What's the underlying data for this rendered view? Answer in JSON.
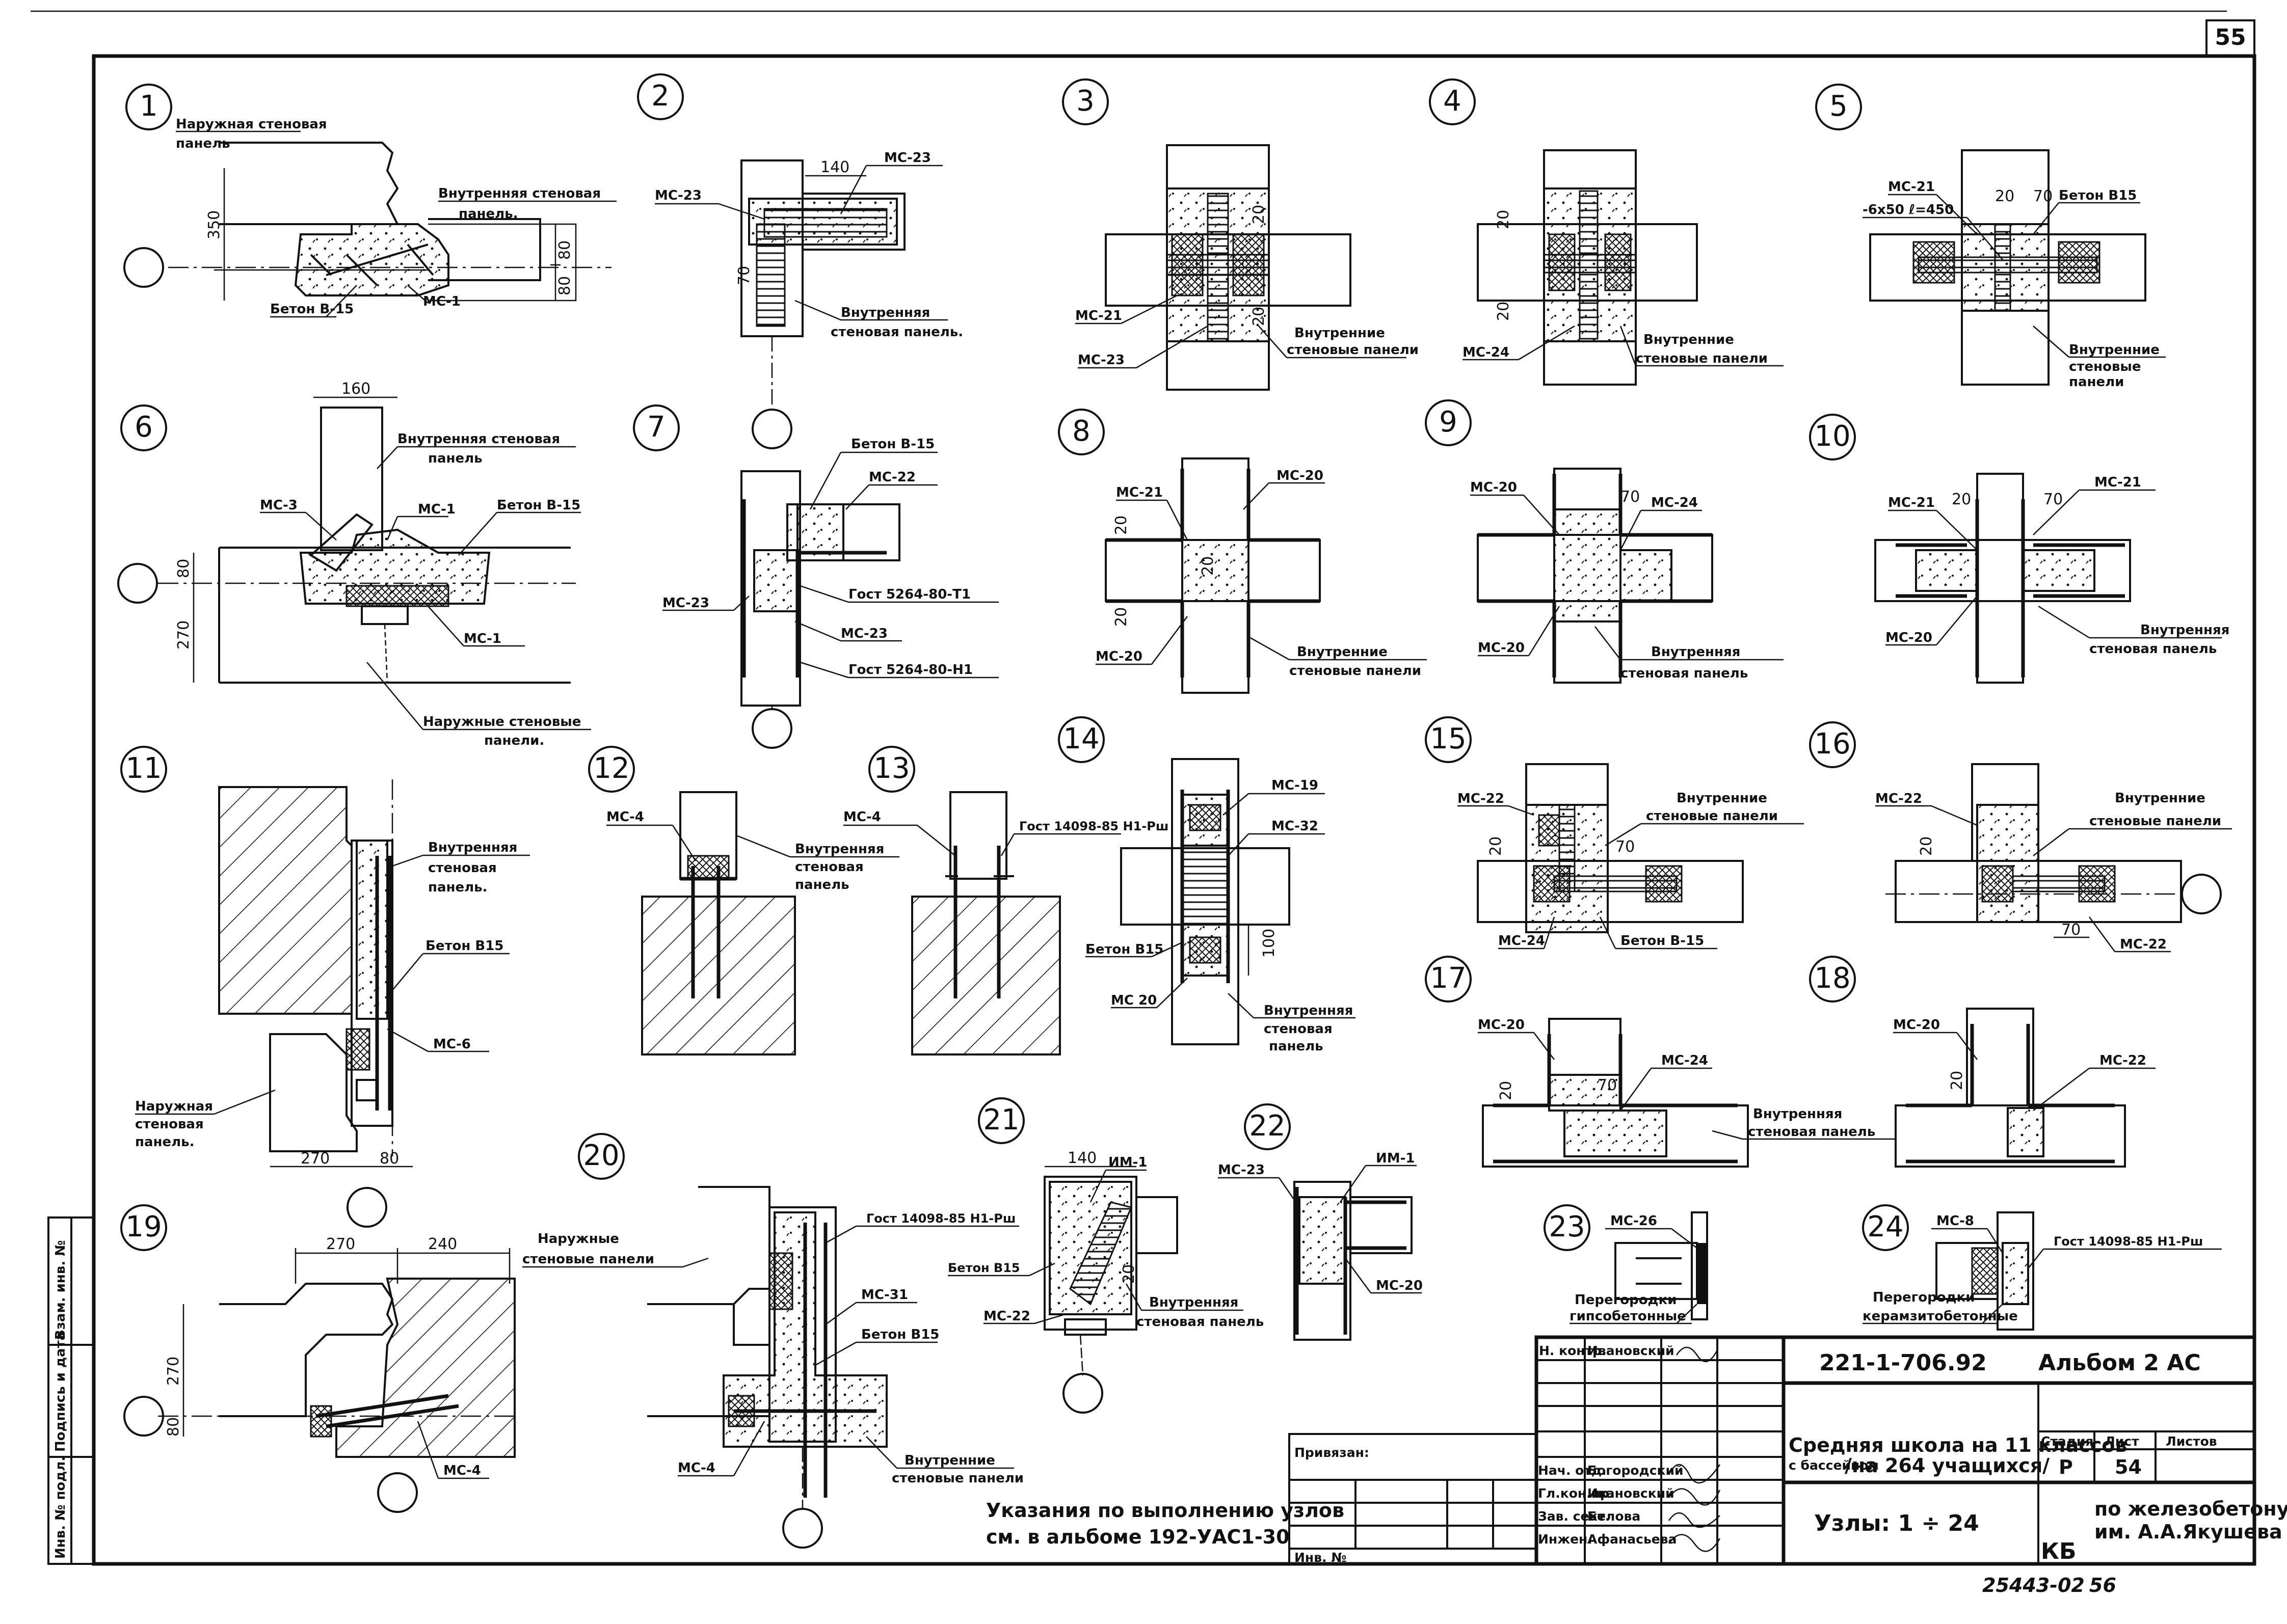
{
  "sheet": {
    "sheet_number": "55",
    "document_code": "221-1-706.92",
    "album": "Альбом 2 АС",
    "project_title_line1": "Средняя школа на 11 классов",
    "project_title_line2": "/на 264 учащихся/",
    "project_title_small": "с бассейном",
    "drawing_title": "Узлы: 1 ÷ 24",
    "organization_logo": "КБ",
    "organization_line1": "по железобетону",
    "organization_line2": "им. А.А.Якушева",
    "stage_header": "Стадия",
    "sheet_header": "Лист",
    "sheets_header": "Листов",
    "stage": "Р",
    "sheet_no": "54",
    "sheets_total": "",
    "bound_label": "Привязан:",
    "inv_label": "Инв. №",
    "archive_number": "25443-02",
    "archive_sheet": "56",
    "signatures": [
      {
        "role": "Н. контр.",
        "name": "Ивановский"
      },
      {
        "role": "Нач. отд.",
        "name": "Богородский"
      },
      {
        "role": "Гл.кон.пр.",
        "name": "Ивановский"
      },
      {
        "role": "Зав. сект.",
        "name": "Белова"
      },
      {
        "role": "Инжен.",
        "name": "Афанасьева"
      }
    ],
    "side_stamp": [
      "Инв. № подл.",
      "Подпись и дата",
      "Взам. инв. №"
    ],
    "note_line1": "Указания по выполнению узлов",
    "note_line2": "см. в альбоме 192-УАС1-30"
  },
  "nodes": {
    "n1": {
      "number": "1",
      "labels": [
        "Наружная стеновая",
        "панель",
        "Внутренняя стеновая",
        "панель.",
        "Бетон В-15",
        "МС-1"
      ],
      "dims": [
        "350",
        "80",
        "80"
      ]
    },
    "n2": {
      "number": "2",
      "labels": [
        "МС-23",
        "МС-23",
        "Внутренняя",
        "стеновая панель."
      ],
      "dims": [
        "140",
        "70"
      ]
    },
    "n3": {
      "number": "3",
      "labels": [
        "МС-21",
        "МС-23",
        "Внутренние",
        "стеновые панели"
      ],
      "dims": [
        "20",
        "20"
      ]
    },
    "n4": {
      "number": "4",
      "labels": [
        "МС-24",
        "Внутренние",
        "стеновые панели"
      ],
      "dims": [
        "20",
        "20"
      ]
    },
    "n5": {
      "number": "5",
      "labels": [
        "МС-21",
        "-6x50 ℓ=450",
        "Бетон В15",
        "Внутренние",
        "стеновые",
        "панели"
      ],
      "dims": [
        "20",
        "70"
      ]
    },
    "n6": {
      "number": "6",
      "labels": [
        "Внутренняя стеновая",
        "панель",
        "МС-3",
        "МС-1",
        "Бетон В-15",
        "МС-1",
        "Наружные стеновые",
        "панели."
      ],
      "dims": [
        "160",
        "80",
        "270"
      ]
    },
    "n7": {
      "number": "7",
      "labels": [
        "Бетон В-15",
        "МС-22",
        "МС-23",
        "Гост 5264-80-Т1",
        "МС-23",
        "Гост 5264-80-Н1"
      ]
    },
    "n8": {
      "number": "8",
      "labels": [
        "МС-21",
        "МС-20",
        "МС-20",
        "Внутренние",
        "стеновые панели"
      ],
      "dims": [
        "20",
        "20",
        "20"
      ]
    },
    "n9": {
      "number": "9",
      "labels": [
        "МС-20",
        "МС-24",
        "МС-20",
        "Внутренняя",
        "стеновая панель"
      ],
      "dims": [
        "70"
      ]
    },
    "n10": {
      "number": "10",
      "labels": [
        "МС-21",
        "МС-21",
        "МС-20",
        "Внутренняя",
        "стеновая панель"
      ],
      "dims": [
        "20",
        "70"
      ]
    },
    "n11": {
      "number": "11",
      "labels": [
        "Внутренняя",
        "стеновая",
        "панель.",
        "Бетон В15",
        "МС-6",
        "Наружная",
        "стеновая",
        "панель."
      ],
      "dims": [
        "270",
        "80"
      ]
    },
    "n12": {
      "number": "12",
      "labels": [
        "МС-4",
        "Внутренняя",
        "стеновая",
        "панель"
      ]
    },
    "n13": {
      "number": "13",
      "labels": [
        "МС-4",
        "Гост 14098-85 Н1-Рш"
      ]
    },
    "n14": {
      "number": "14",
      "labels": [
        "МС-19",
        "МС-32",
        "Бетон В15",
        "МС 20",
        "Внутренняя",
        "стеновая",
        "панель"
      ],
      "dims": [
        "100"
      ]
    },
    "n15": {
      "number": "15",
      "labels": [
        "МС-22",
        "Внутренние",
        "стеновые панели",
        "МС-24",
        "Бетон В-15"
      ],
      "dims": [
        "20",
        "70"
      ]
    },
    "n16": {
      "number": "16",
      "labels": [
        "МС-22",
        "Внутренние",
        "стеновые панели",
        "МС-22"
      ],
      "dims": [
        "20",
        "70"
      ]
    },
    "n17": {
      "number": "17",
      "labels": [
        "МС-20",
        "МС-24",
        "Внутренняя",
        "стеновая панель"
      ],
      "dims": [
        "20",
        "70"
      ]
    },
    "n18": {
      "number": "18",
      "labels": [
        "МС-20",
        "МС-22"
      ],
      "dims": [
        "20"
      ]
    },
    "n19": {
      "number": "19",
      "labels": [
        "МС-4"
      ],
      "dims": [
        "270",
        "240",
        "270",
        "80"
      ]
    },
    "n20": {
      "number": "20",
      "labels": [
        "Наружные",
        "стеновые панели",
        "Гост 14098-85 Н1-Рш",
        "МС-31",
        "Бетон В15",
        "МС-4",
        "Внутренние",
        "стеновые панели"
      ]
    },
    "n21": {
      "number": "21",
      "labels": [
        "ИМ-1",
        "Бетон В15",
        "МС-22",
        "Внутренняя",
        "стеновая панель"
      ],
      "dims": [
        "140",
        "20"
      ]
    },
    "n22": {
      "number": "22",
      "labels": [
        "МС-23",
        "ИМ-1",
        "МС-20"
      ]
    },
    "n23": {
      "number": "23",
      "labels": [
        "МС-26",
        "Перегородки",
        "гипсобетонные"
      ]
    },
    "n24": {
      "number": "24",
      "labels": [
        "МС-8",
        "Гост 14098-85 Н1-Рш",
        "Перегородки",
        "керамзитобетонные"
      ]
    }
  }
}
